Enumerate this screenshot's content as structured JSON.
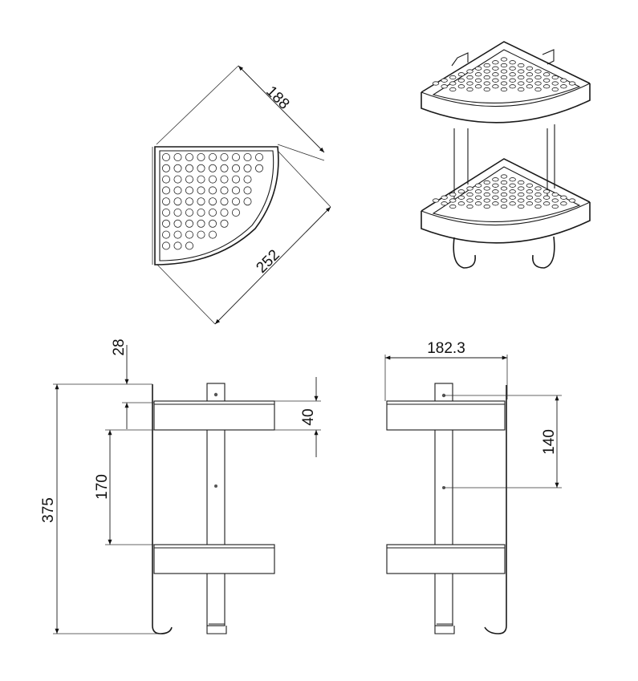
{
  "dimensions": {
    "top_depth": "188",
    "top_width": "252",
    "side_gap_top": "28",
    "side_total_height": "375",
    "side_shelf_spacing": "170",
    "side_shelf_height": "40",
    "front_width": "182.3",
    "front_hole_spacing": "140"
  }
}
